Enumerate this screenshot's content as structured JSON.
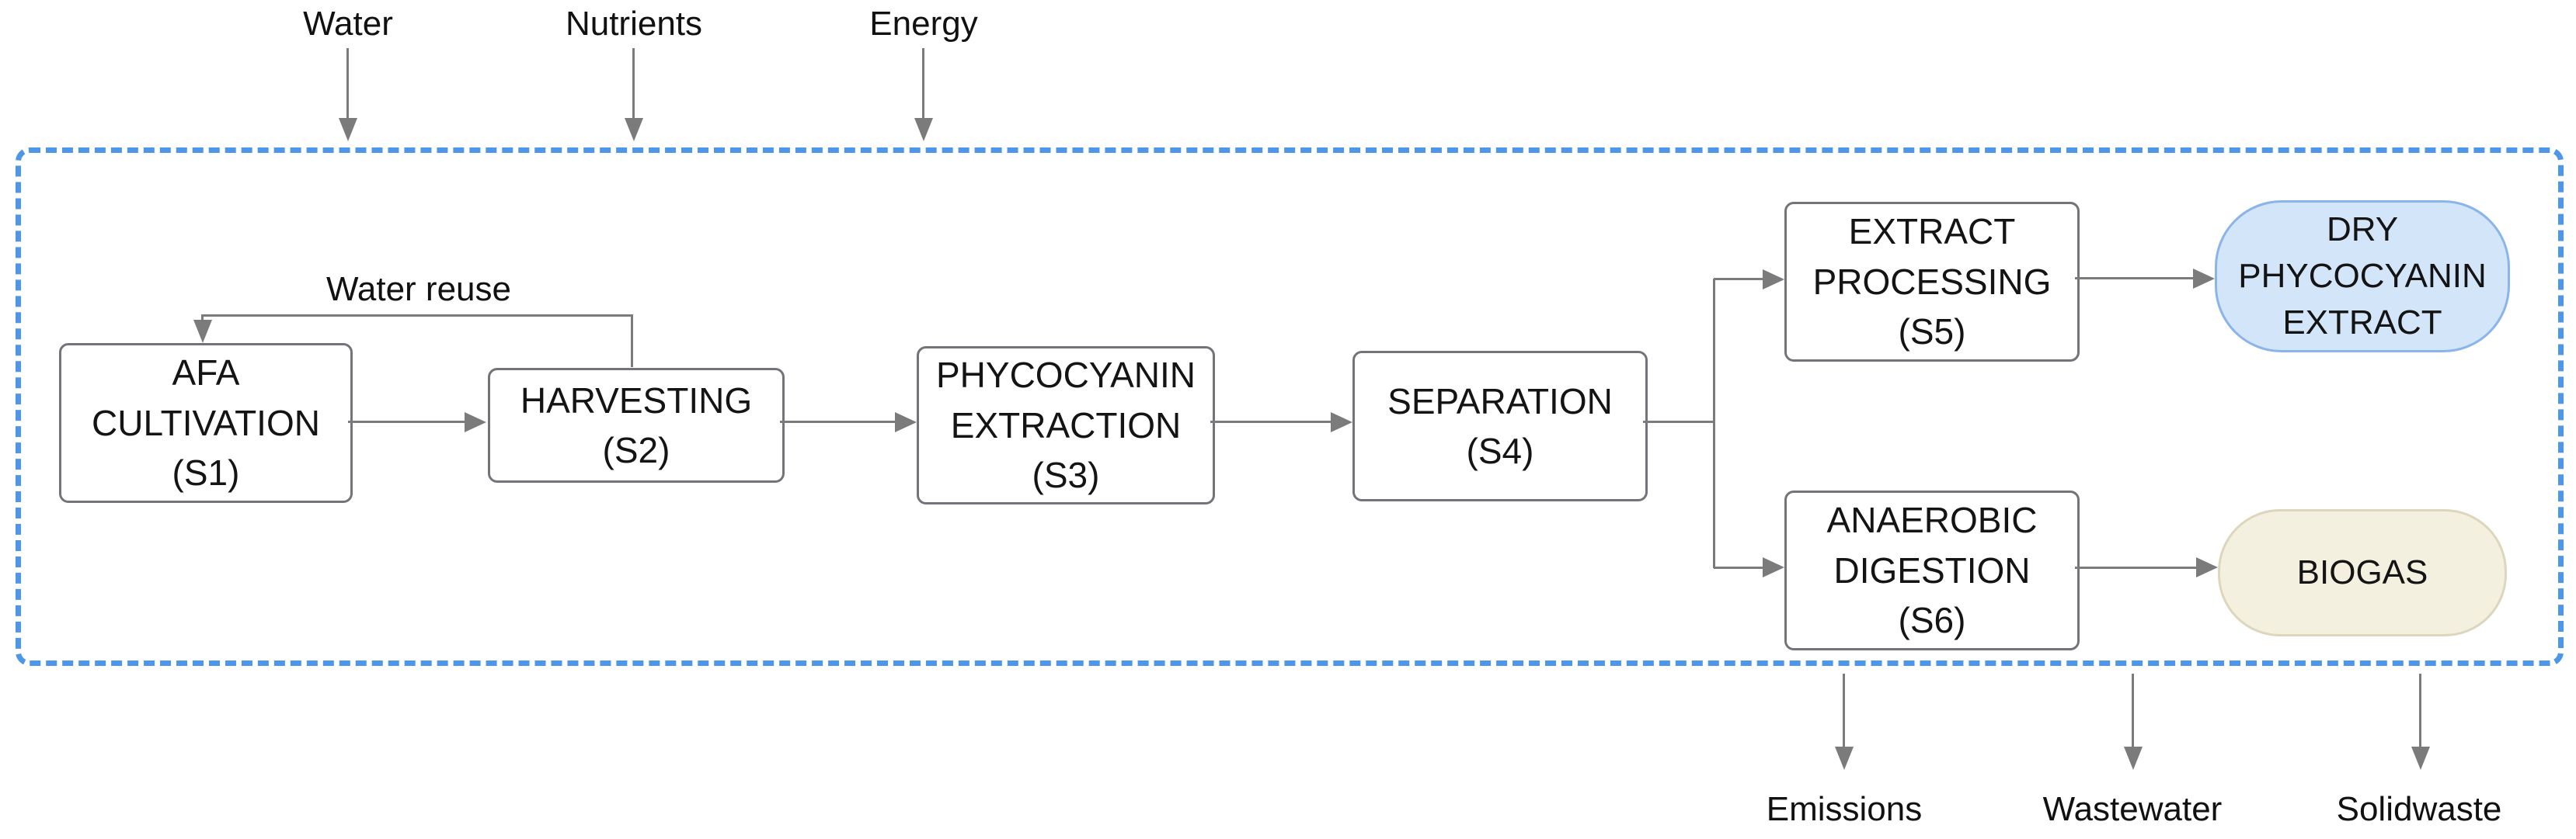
{
  "diagram": {
    "inputs": [
      {
        "label": "Water"
      },
      {
        "label": "Nutrients"
      },
      {
        "label": "Energy"
      }
    ],
    "recycle": {
      "label": "Water reuse"
    },
    "stages": [
      {
        "id": "S1",
        "lines": [
          "AFA",
          "CULTIVATION",
          "(S1)"
        ]
      },
      {
        "id": "S2",
        "lines": [
          "HARVESTING",
          "(S2)"
        ]
      },
      {
        "id": "S3",
        "lines": [
          "PHYCOCYANIN",
          "EXTRACTION",
          "(S3)"
        ]
      },
      {
        "id": "S4",
        "lines": [
          "SEPARATION",
          "(S4)"
        ]
      },
      {
        "id": "S5",
        "lines": [
          "EXTRACT",
          "PROCESSING",
          "(S5)"
        ]
      },
      {
        "id": "S6",
        "lines": [
          "ANAEROBIC",
          "DIGESTION",
          "(S6)"
        ]
      }
    ],
    "products": [
      {
        "id": "dry-phycocyanin-extract",
        "lines": [
          "DRY",
          "PHYCOCYANIN",
          "EXTRACT"
        ],
        "fill": "#d3e5f9",
        "border": "#8ab4ea"
      },
      {
        "id": "biogas",
        "lines": [
          "BIOGAS"
        ],
        "fill": "#f4f0df",
        "border": "#dcd6bd"
      }
    ],
    "outputs": [
      {
        "label": "Emissions"
      },
      {
        "label": "Wastewater"
      },
      {
        "label": "Solidwaste"
      }
    ],
    "colors": {
      "boundary": "#4d96e8",
      "connector": "#7b7b7b",
      "box_border": "#73747a"
    }
  }
}
